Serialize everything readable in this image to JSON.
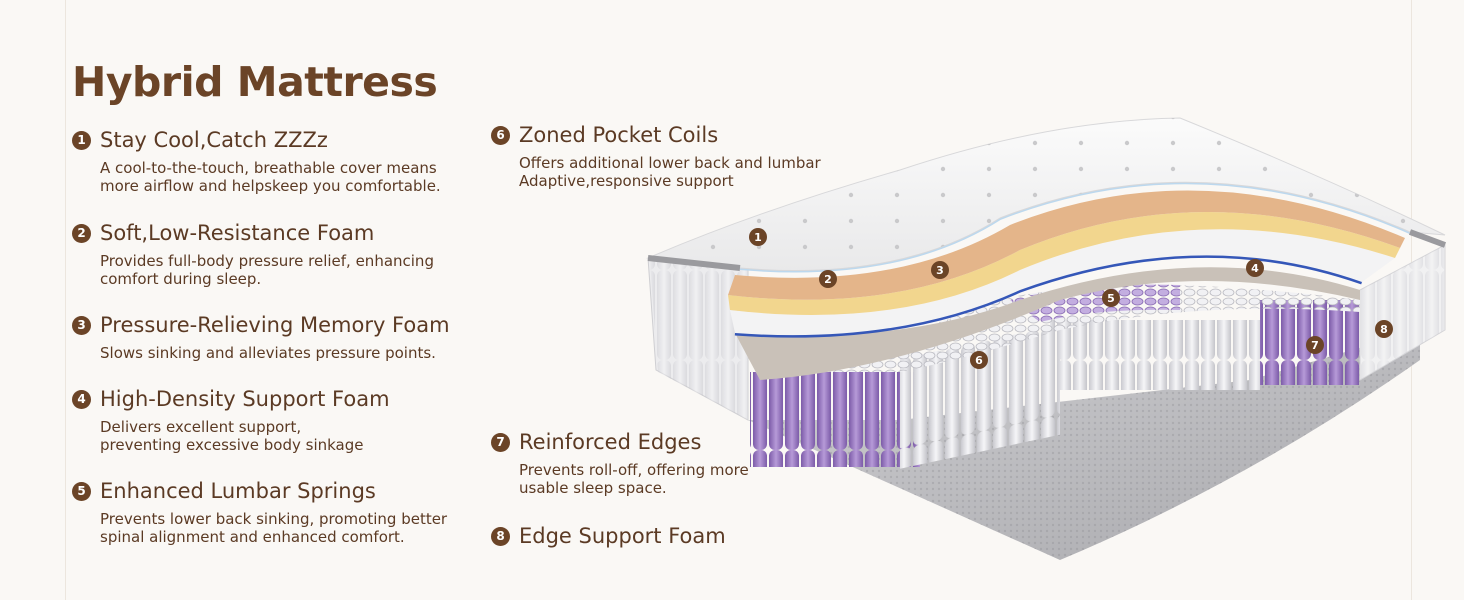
{
  "title": "Hybrid Mattress",
  "features": [
    {
      "num": "1",
      "title": "Stay Cool,Catch ZZZz",
      "desc": "A cool-to-the-touch, breathable cover means\nmore airflow and helpskeep you comfortable."
    },
    {
      "num": "2",
      "title": "Soft,Low-Resistance Foam",
      "desc": "Provides full-body pressure relief, enhancing\ncomfort during sleep."
    },
    {
      "num": "3",
      "title": "Pressure-Relieving Memory Foam",
      "desc": "Slows sinking and alleviates pressure points."
    },
    {
      "num": "4",
      "title": "High-Density Support Foam",
      "desc": "Delivers excellent support,\npreventing excessive body sinkage"
    },
    {
      "num": "5",
      "title": "Enhanced Lumbar Springs",
      "desc": "Prevents lower back sinking, promoting better\nspinal alignment and enhanced comfort."
    },
    {
      "num": "6",
      "title": "Zoned Pocket Coils",
      "desc": "Offers additional lower back and lumbar\nAdaptive,responsive support"
    },
    {
      "num": "7",
      "title": "Reinforced Edges",
      "desc": "Prevents roll-off, offering more\nusable sleep space."
    },
    {
      "num": "8",
      "title": "Edge Support Foam",
      "desc": ""
    }
  ],
  "markers": [
    "1",
    "2",
    "3",
    "4",
    "5",
    "6",
    "7",
    "8"
  ],
  "colors": {
    "brand": "#6b4427",
    "background": "#faf8f5",
    "coil_purple": "#9b7ac4",
    "coil_white": "#e4e4e8",
    "memory_foam": "#f2d68e",
    "comfort_foam": "#e4b58a",
    "support_foam_edge": "#3557b8"
  }
}
